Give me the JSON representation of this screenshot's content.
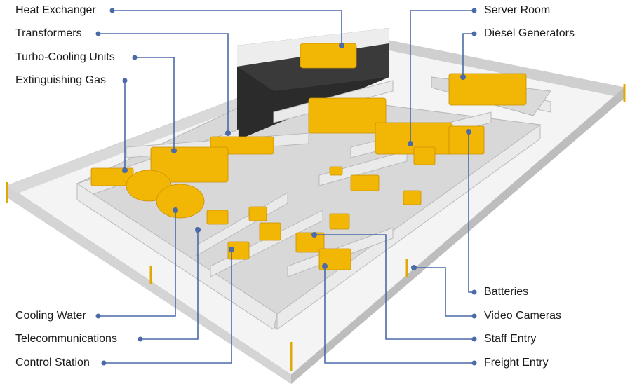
{
  "colors": {
    "accent_line": "#4a6aa8",
    "equipment": "#f2b705",
    "equipment_shade": "#d69a00",
    "wall": "#e9e9e9",
    "wall_shade": "#bdbdbd",
    "floor": "#dcdcdc",
    "dark_block": "#2a2a2a",
    "fence": "#cfcfcf"
  },
  "labels_left": [
    {
      "key": "heat_exchanger",
      "text": "Heat Exchanger"
    },
    {
      "key": "transformers",
      "text": "Transformers"
    },
    {
      "key": "turbo_cooling",
      "text": "Turbo-Cooling Units"
    },
    {
      "key": "extinguishing_gas",
      "text": "Extinguishing Gas"
    },
    {
      "key": "cooling_water",
      "text": "Cooling Water"
    },
    {
      "key": "telecommunications",
      "text": "Telecommunications"
    },
    {
      "key": "control_station",
      "text": "Control Station"
    }
  ],
  "labels_right": [
    {
      "key": "server_room",
      "text": "Server Room"
    },
    {
      "key": "diesel_generators",
      "text": "Diesel Generators"
    },
    {
      "key": "batteries",
      "text": "Batteries"
    },
    {
      "key": "video_cameras",
      "text": "Video Cameras"
    },
    {
      "key": "staff_entry",
      "text": "Staff Entry"
    },
    {
      "key": "freight_entry",
      "text": "Freight Entry"
    }
  ]
}
